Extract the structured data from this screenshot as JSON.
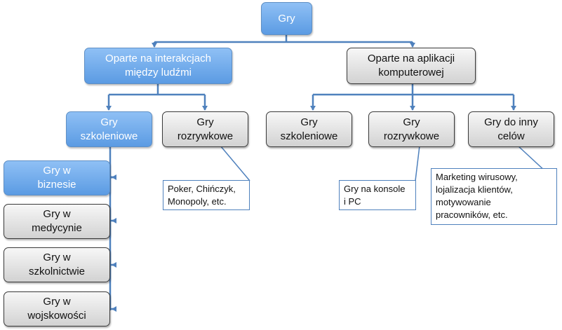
{
  "nodes": {
    "root": "Gry",
    "human": "Oparte na interakcjach\nmiędzy ludźmi",
    "computer": "Oparte na aplikacji\nkomputerowej",
    "human_training": "Gry\nszkoleniowe",
    "human_entertainment": "Gry\nrozrywkowe",
    "computer_training": "Gry\nszkoleniowe",
    "computer_entertainment": "Gry\nrozrywkowe",
    "computer_other": "Gry do inny\ncelów",
    "business": "Gry w\nbiznesie",
    "medicine": "Gry w\nmedycynie",
    "education": "Gry w\nszkolnictwie",
    "military": "Gry w\nwojskowości"
  },
  "callouts": {
    "human_entertainment": "Poker, Chińczyk,\nMonopoly, etc.",
    "computer_entertainment": "Gry na konsole\ni PC",
    "computer_other": "Marketing wirusowy,\nlojalizacja klientów,\nmotywowanie\npracowników, etc."
  },
  "colors": {
    "connector": "#4f81bd",
    "highlight_node": "#6fa8ea",
    "neutral_node": "#e2e2e2"
  }
}
